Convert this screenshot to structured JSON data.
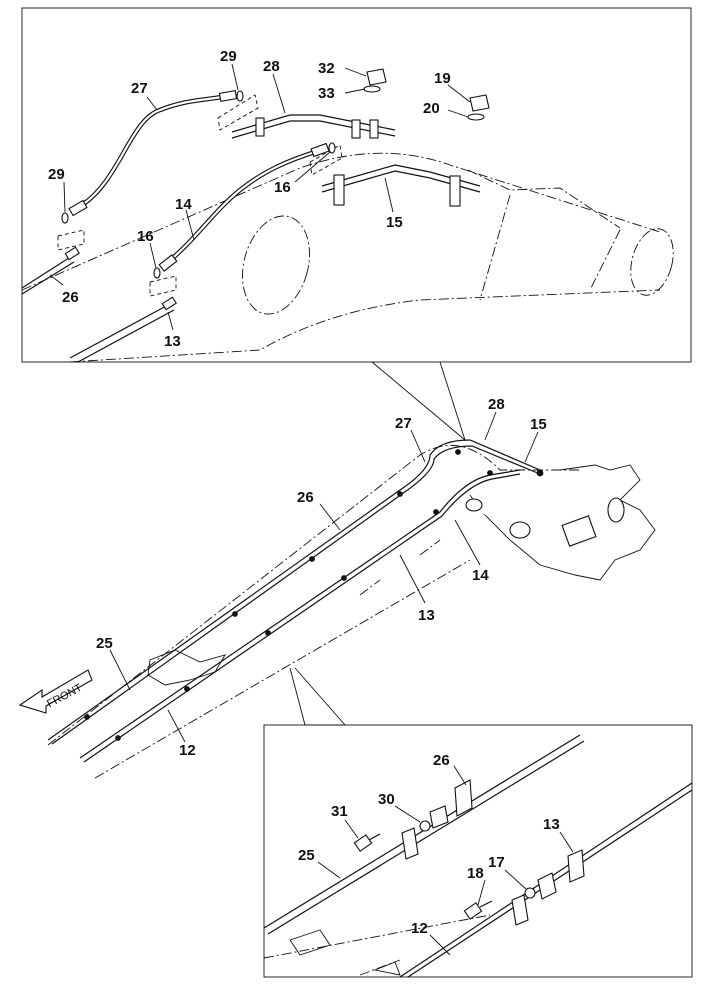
{
  "title": "",
  "detail_top": {
    "labels": [
      "27",
      "29",
      "28",
      "32",
      "33",
      "19",
      "20",
      "29",
      "16",
      "14",
      "16",
      "15",
      "26",
      "13"
    ]
  },
  "main_view": {
    "labels": [
      "28",
      "27",
      "15",
      "26",
      "14",
      "13",
      "25",
      "12"
    ],
    "direction_label": "FRONT"
  },
  "detail_bottom": {
    "labels": [
      "26",
      "31",
      "30",
      "13",
      "25",
      "18",
      "17",
      "12"
    ]
  }
}
